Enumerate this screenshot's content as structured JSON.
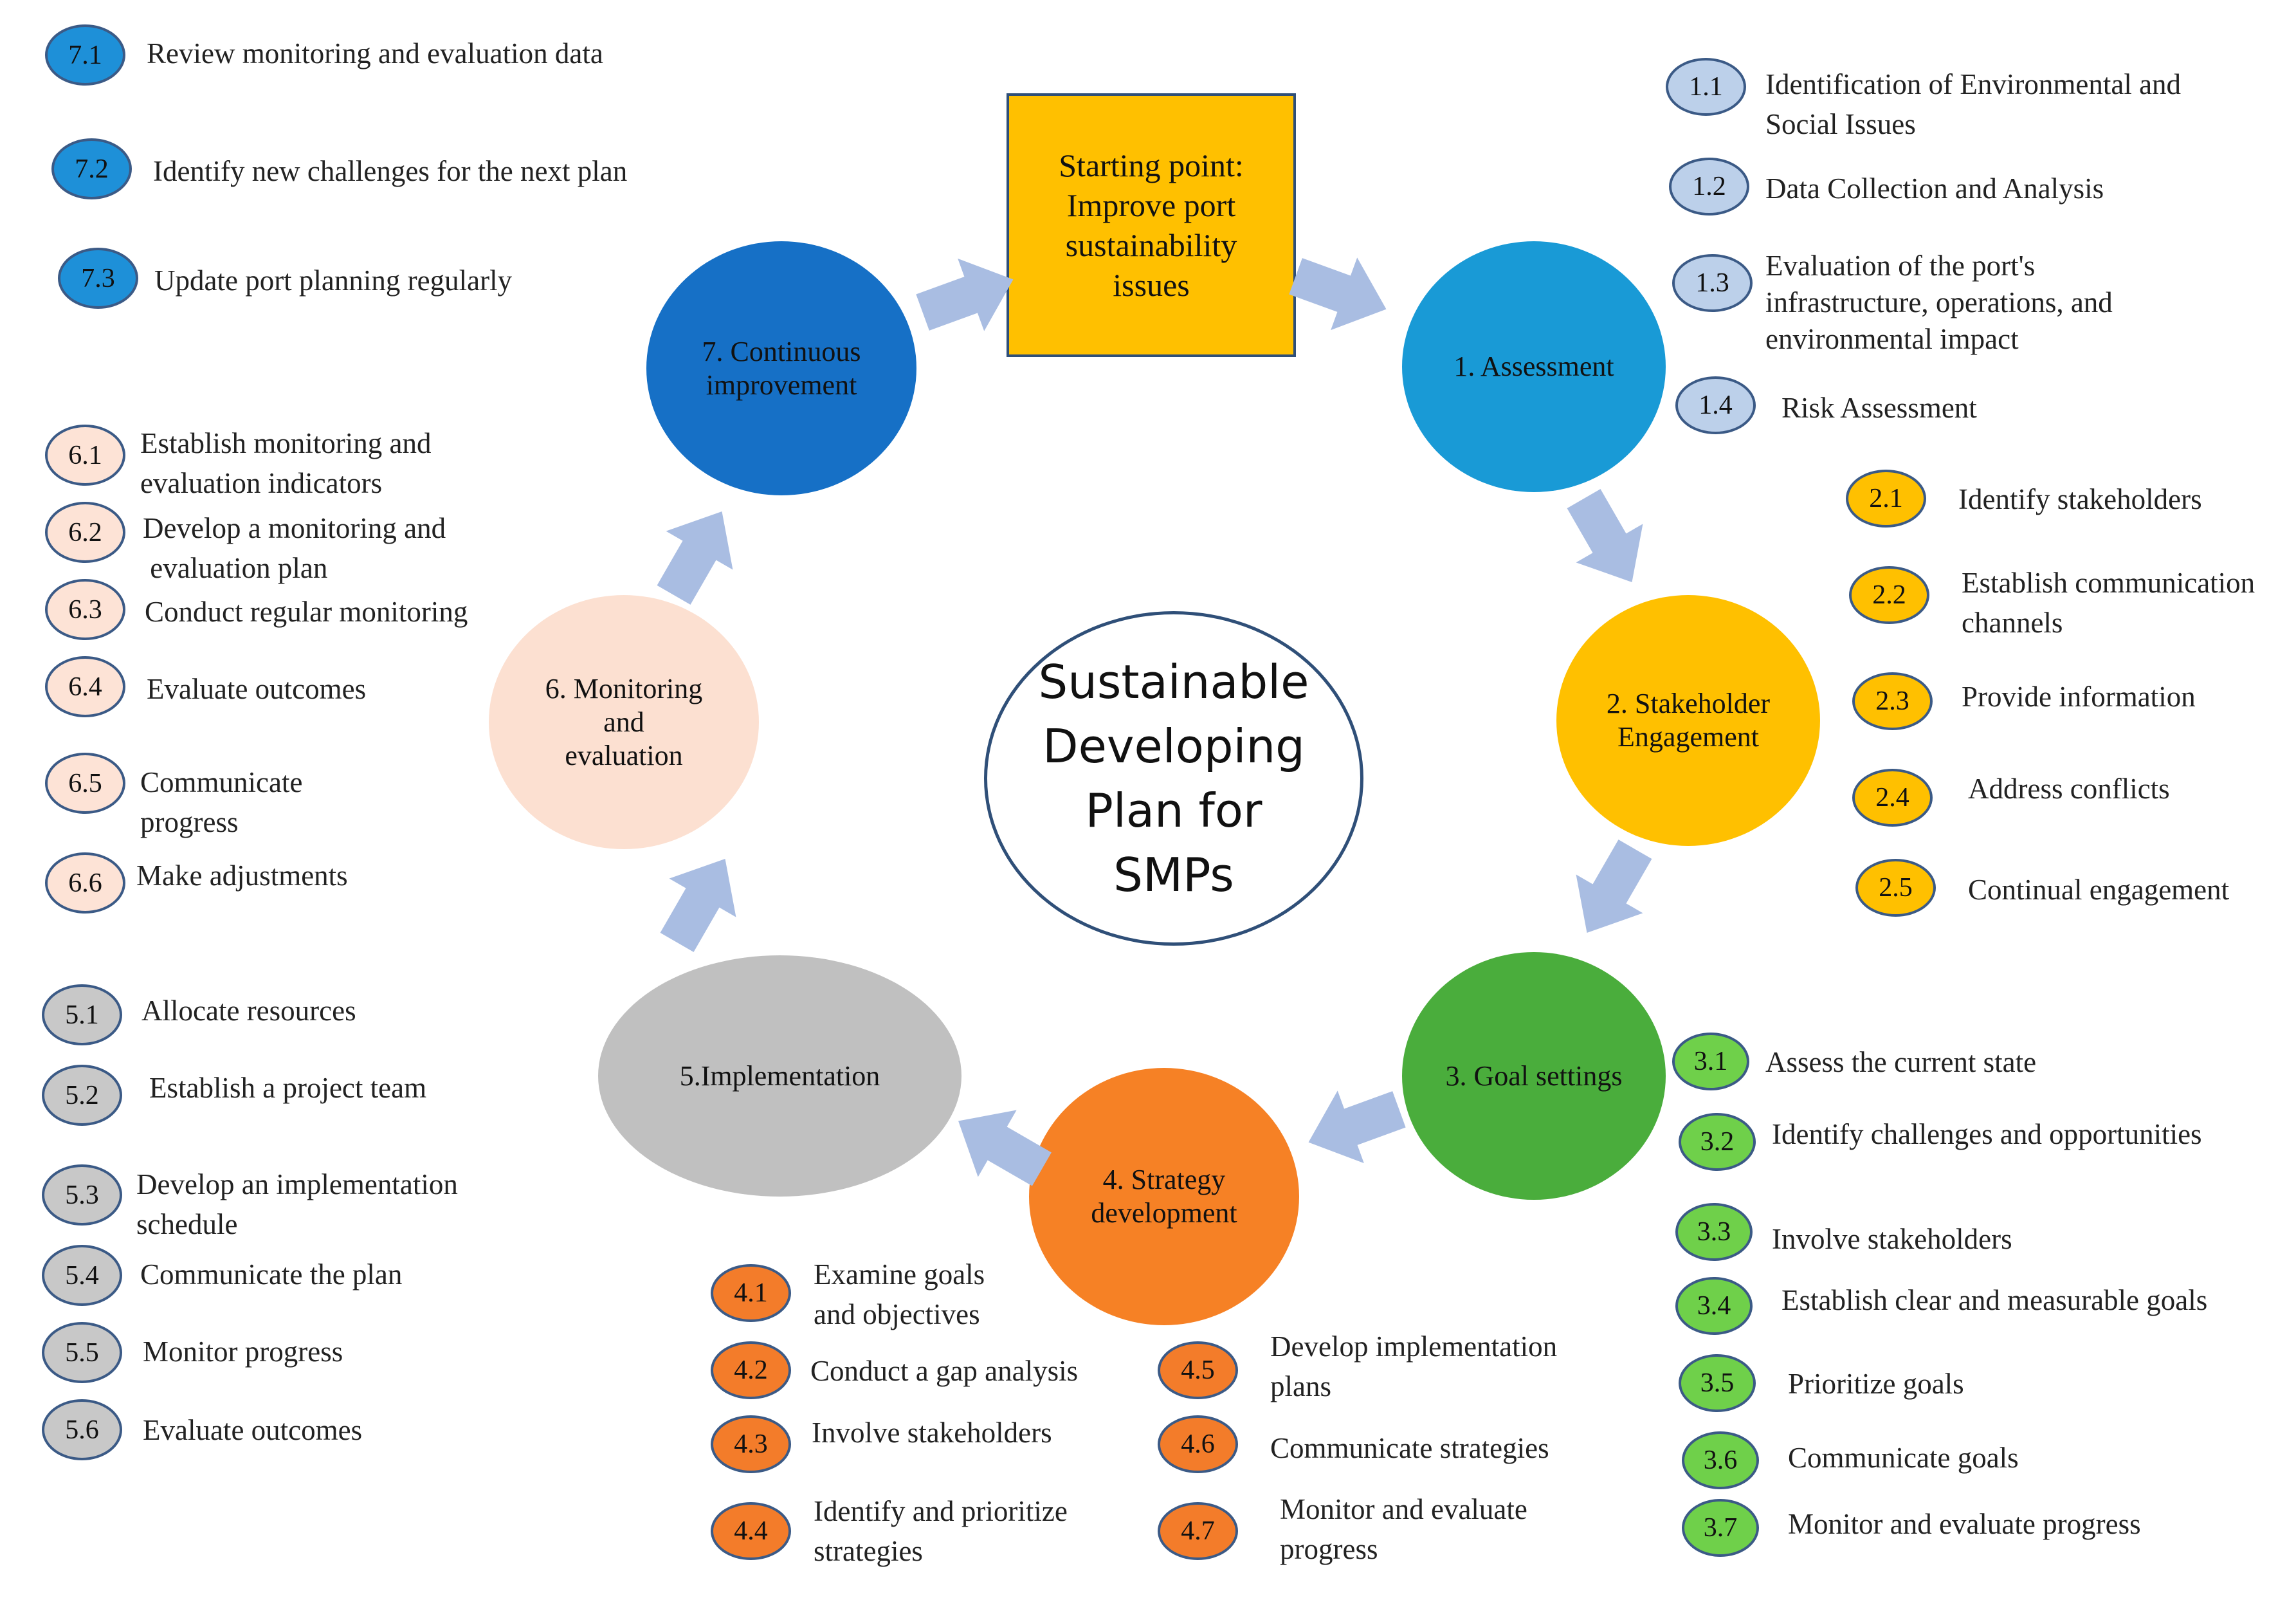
{
  "center": {
    "lines": [
      "Sustainable",
      "Developing",
      "Plan for",
      "SMPs"
    ]
  },
  "start": {
    "lines": [
      "Starting point:",
      "Improve port",
      "sustainability",
      "issues"
    ]
  },
  "phases": [
    {
      "label": "1. Assessment",
      "color": "#199ad6"
    },
    {
      "label": "2. Stakeholder\nEngagement",
      "color": "#ffc000"
    },
    {
      "label": "3. Goal settings",
      "color": "#4aad3c"
    },
    {
      "label": "4. Strategy\ndevelopment",
      "color": "#f68125"
    },
    {
      "label": "5.Implementation",
      "color": "#c0c0c0"
    },
    {
      "label": "6. Monitoring\nand\nevaluation",
      "color": "#fce0d1"
    },
    {
      "label": "7. Continuous\nimprovement",
      "color": "#1670c6"
    }
  ],
  "steps": {
    "s1": [
      {
        "n": "1.1",
        "t": "Identification of Environmental and\nSocial Issues"
      },
      {
        "n": "1.2",
        "t": "Data Collection and Analysis"
      },
      {
        "n": "1.3",
        "t": "Evaluation of the port's\ninfrastructure, operations, and\nenvironmental impact"
      },
      {
        "n": "1.4",
        "t": "Risk Assessment"
      }
    ],
    "s2": [
      {
        "n": "2.1",
        "t": "Identify stakeholders"
      },
      {
        "n": "2.2",
        "t": "Establish communication\nchannels"
      },
      {
        "n": "2.3",
        "t": "Provide information"
      },
      {
        "n": "2.4",
        "t": "Address conflicts"
      },
      {
        "n": "2.5",
        "t": "Continual engagement"
      }
    ],
    "s3": [
      {
        "n": "3.1",
        "t": "Assess the current state"
      },
      {
        "n": "3.2",
        "t": "Identify challenges and opportunities"
      },
      {
        "n": "3.3",
        "t": "Involve stakeholders"
      },
      {
        "n": "3.4",
        "t": "Establish clear and measurable goals"
      },
      {
        "n": "3.5",
        "t": "Prioritize goals"
      },
      {
        "n": "3.6",
        "t": "Communicate goals"
      },
      {
        "n": "3.7",
        "t": "Monitor and evaluate progress"
      }
    ],
    "s4": [
      {
        "n": "4.1",
        "t": "Examine goals\nand objectives"
      },
      {
        "n": "4.2",
        "t": "Conduct a gap analysis"
      },
      {
        "n": "4.3",
        "t": "Involve stakeholders"
      },
      {
        "n": "4.4",
        "t": "Identify and prioritize\nstrategies"
      },
      {
        "n": "4.5",
        "t": "Develop implementation\nplans"
      },
      {
        "n": "4.6",
        "t": "Communicate strategies"
      },
      {
        "n": "4.7",
        "t": "Monitor and evaluate\nprogress"
      }
    ],
    "s5": [
      {
        "n": "5.1",
        "t": "Allocate resources"
      },
      {
        "n": "5.2",
        "t": "Establish a project team"
      },
      {
        "n": "5.3",
        "t": "Develop an implementation\nschedule"
      },
      {
        "n": "5.4",
        "t": "Communicate the plan"
      },
      {
        "n": "5.5",
        "t": "Monitor progress"
      },
      {
        "n": "5.6",
        "t": "Evaluate outcomes"
      }
    ],
    "s6": [
      {
        "n": "6.1",
        "t": "Establish monitoring and\nevaluation indicators"
      },
      {
        "n": "6.2",
        "t": "Develop a monitoring and\n evaluation plan"
      },
      {
        "n": "6.3",
        "t": "Conduct regular monitoring"
      },
      {
        "n": "6.4",
        "t": "Evaluate outcomes"
      },
      {
        "n": "6.5",
        "t": "Communicate\nprogress"
      },
      {
        "n": "6.6",
        "t": "Make adjustments"
      }
    ],
    "s7": [
      {
        "n": "7.1",
        "t": "Review monitoring and evaluation data"
      },
      {
        "n": "7.2",
        "t": "Identify new challenges for the next plan"
      },
      {
        "n": "7.3",
        "t": "Update port planning regularly"
      }
    ]
  },
  "colors": {
    "s1": "#bcd0ea",
    "s2": "#ffc000",
    "s3": "#6fd04a",
    "s4": "#f37c2a",
    "s5": "#c8c8c8",
    "s6": "#fde3d6",
    "s7": "#1e90d8",
    "arrow": "#a9bde2",
    "start_box": "#ffc000"
  }
}
